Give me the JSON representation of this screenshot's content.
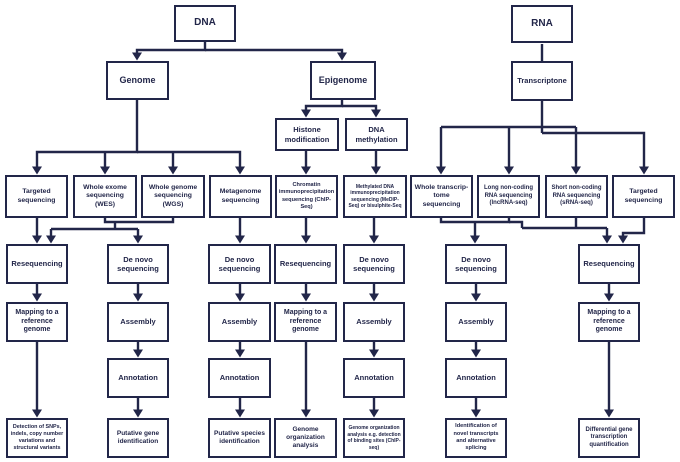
{
  "diagram": {
    "colors": {
      "ink": "#222649",
      "background": "#ffffff"
    },
    "nodes": {
      "dna": "DNA",
      "rna": "RNA",
      "genome": "Genome",
      "epigenome": "Epigenome",
      "transcriptome": "Transcriptone",
      "histone_modification": "Histone modification",
      "dna_methylation": "DNA methylation",
      "targeted_sequencing_dna": "Targeted sequencing",
      "wes": "Whole exome sequencing (WES)",
      "wgs": "Whole genome sequencing (WGS)",
      "metagenome_sequencing": "Metagenome sequencing",
      "chip_seq": "Chromatin immunoprecipitation sequencing (ChIP-Seq)",
      "medip_seq": "Methylated DNA immunoprecipitation sequencing (MeDIP-Seq) or bisulphite-Seq",
      "whole_transcriptome_sequencing": "Whole transcrip-tome sequencing",
      "lncrna_seq": "Long non-coding RNA sequencing (lncRNA-seq)",
      "srna_seq": "Short non-coding RNA sequencing (sRNA-seq)",
      "targeted_sequencing_rna": "Targeted sequencing",
      "resequencing_1": "Resequencing",
      "de_novo_1": "De novo sequencing",
      "de_novo_2": "De novo sequencing",
      "resequencing_2": "Resequencing",
      "de_novo_3": "De novo sequencing",
      "de_novo_4": "De novo sequencing",
      "resequencing_3": "Resequencing",
      "mapping_1": "Mapping to a reference genome",
      "assembly_1": "Assembly",
      "assembly_2": "Assembly",
      "mapping_2": "Mapping to a reference genome",
      "assembly_3": "Assembly",
      "assembly_4": "Assembly",
      "mapping_3": "Mapping to a reference genome",
      "annotation_1": "Annotation",
      "annotation_2": "Annotation",
      "annotation_3": "Annotation",
      "annotation_4": "Annotation",
      "outcome_snps": "Detection of SNPs, indels, copy number variations and structural variants",
      "outcome_gene": "Putative gene identification",
      "outcome_species": "Putative species identification",
      "outcome_genome_org": "Genome organization analysis",
      "outcome_genome_org_chip": "Genome organization analysis e.g. detection of binding sites (ChIP-seq)",
      "outcome_transcripts": "Identification of novel transcripts and alternative splicing",
      "outcome_differential": "Differential gene transcription quantification"
    }
  }
}
